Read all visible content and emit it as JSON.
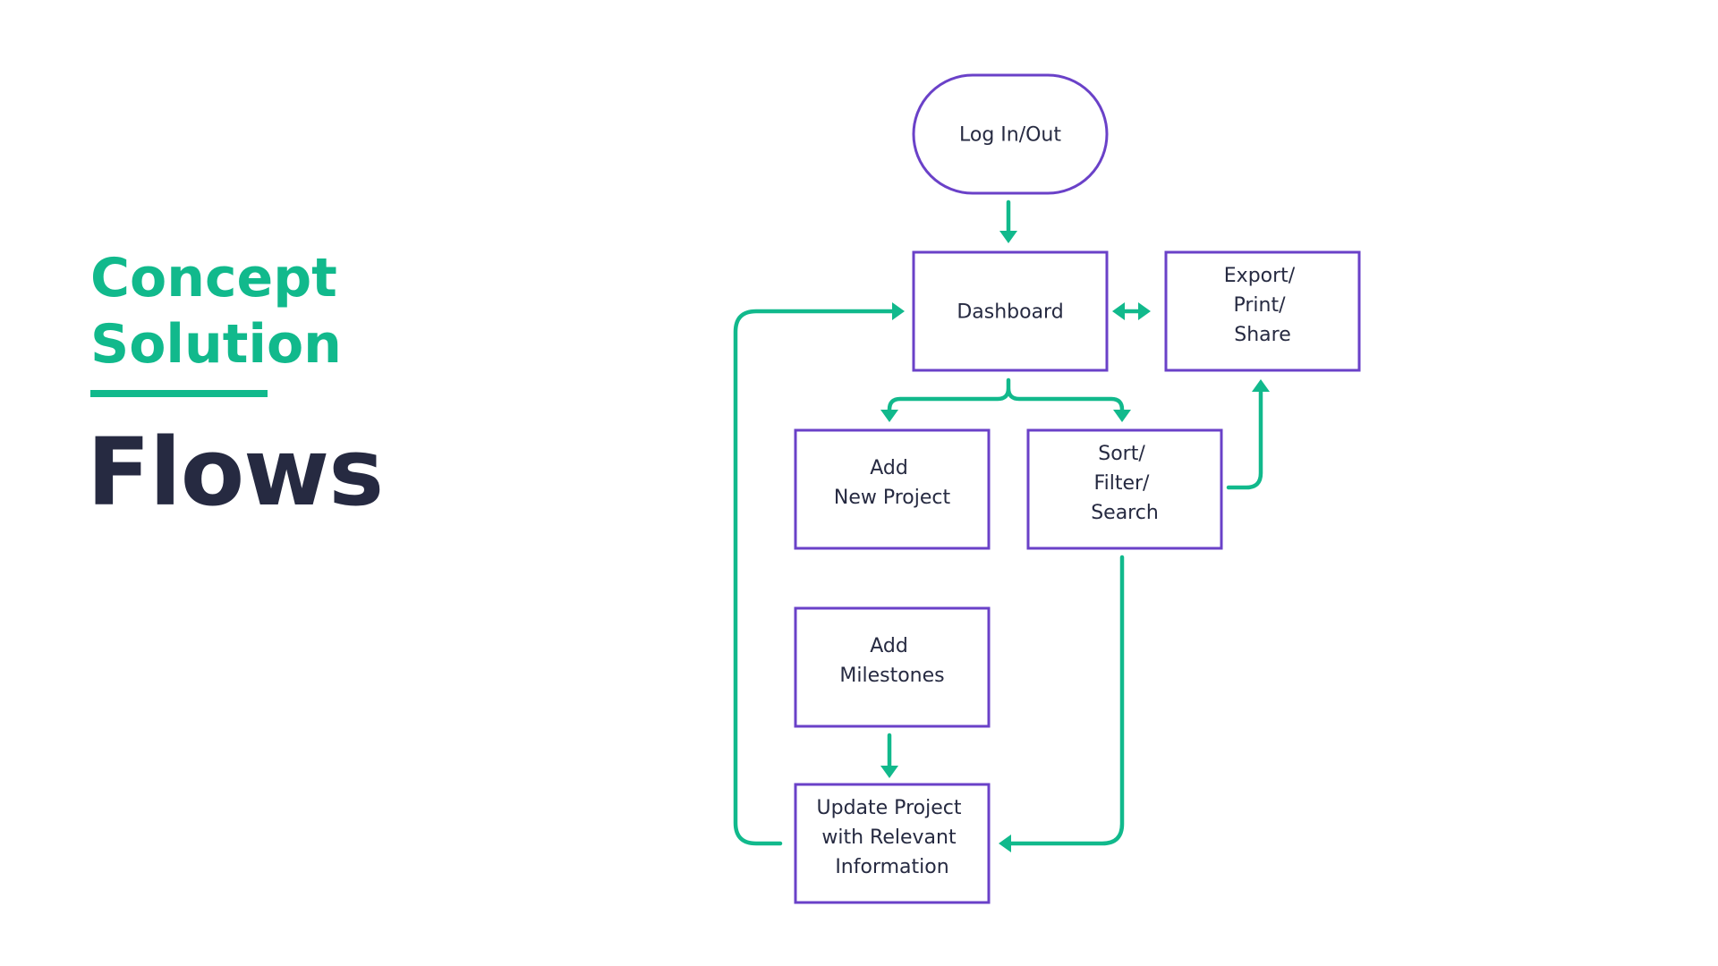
{
  "heading": {
    "concept_line1": "Concept",
    "concept_line2": "Solution",
    "title": "Flows"
  },
  "nodes": {
    "login": {
      "lines": [
        "Log In/Out"
      ]
    },
    "dashboard": {
      "lines": [
        "Dashboard"
      ]
    },
    "export": {
      "lines": [
        "Export/",
        "Print/",
        "Share"
      ]
    },
    "add_project": {
      "lines": [
        "Add",
        "New Project"
      ]
    },
    "sort": {
      "lines": [
        "Sort/",
        "Filter/",
        "Search"
      ]
    },
    "milestones": {
      "lines": [
        "Add",
        "Milestones"
      ]
    },
    "update": {
      "lines": [
        "Update Project",
        "with Relevant",
        "Information"
      ]
    }
  },
  "colors": {
    "accent": "#11b98c",
    "node_border": "#6a41c8",
    "title_text": "#262a41"
  }
}
